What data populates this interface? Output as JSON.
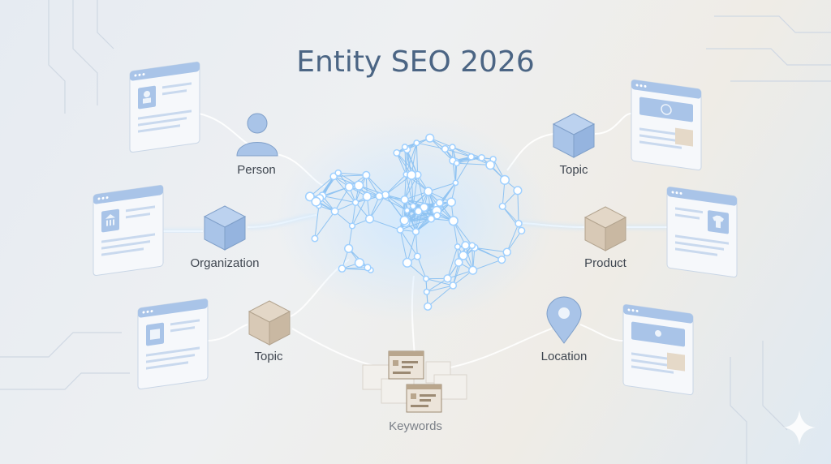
{
  "title": "Entity SEO 2026",
  "entities": {
    "person": "Person",
    "organization": "Organization",
    "topic_left": "Topic",
    "topic_right": "Topic",
    "product": "Product",
    "location": "Location",
    "keywords": "Keywords"
  },
  "colors": {
    "title": "#4b6584",
    "blue_icon": "#a9c4e8",
    "tan_icon": "#d8c9b6",
    "glow": "#bfe1ff"
  }
}
